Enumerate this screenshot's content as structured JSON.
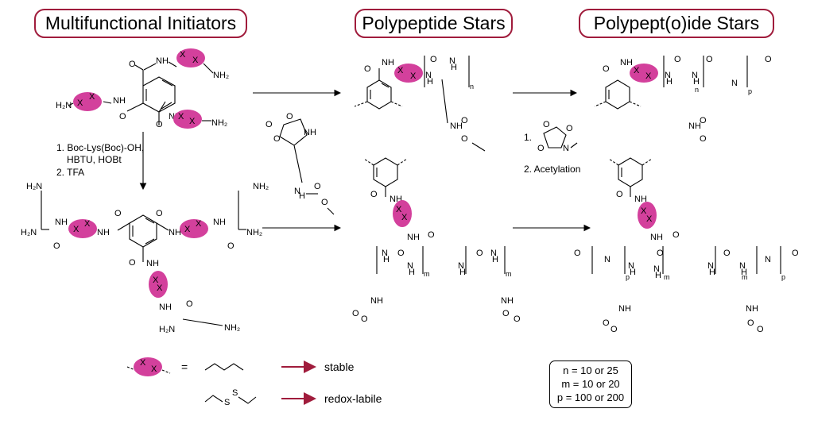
{
  "headers": {
    "initiators": "Multifunctional Initiators",
    "polypeptide": "Polypeptide Stars",
    "polypeptoide": "Polypept(o)ide Stars"
  },
  "conditions": {
    "step1": "1. Boc-Lys(Boc)-OH,",
    "step1b": "HBTU, HOBt",
    "step2": "2. TFA",
    "right1": "1.",
    "right2": "2. Acetylation"
  },
  "atoms": {
    "X": "X",
    "NH": "NH",
    "NH2": "NH₂",
    "H2N": "H₂N",
    "N": "N",
    "H": "H",
    "O": "O"
  },
  "subscripts": {
    "n": "n",
    "m": "m",
    "p": "p"
  },
  "legend": {
    "equals": "=",
    "stable": "stable",
    "redox": "redox-labile",
    "S": "S",
    "n_values": "n = 10 or 25",
    "m_values": "m = 10 or 20",
    "p_values": "p = 100 or 200"
  },
  "colors": {
    "header_border": "#a01c3c",
    "pill": "#d3409c",
    "arrow": "#a01c3c"
  }
}
